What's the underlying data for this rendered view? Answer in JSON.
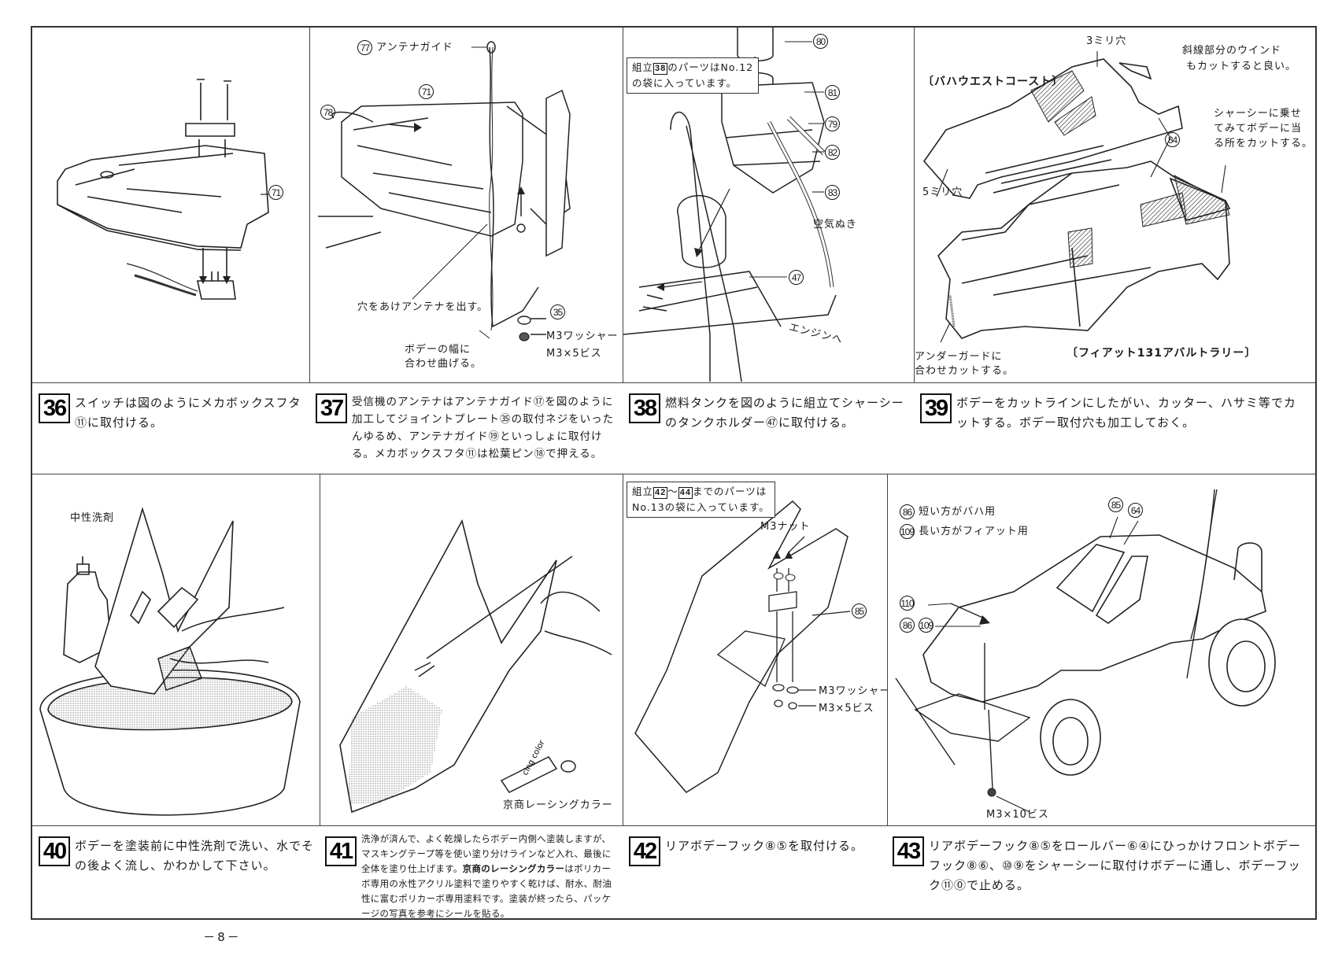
{
  "page_number": "－8－",
  "steps": [
    {
      "number": "36",
      "text": "スイッチは図のようにメカボックスフタ⑪に取付ける。"
    },
    {
      "number": "37",
      "text": "受信機のアンテナはアンテナガイド⑰を図のように加工してジョイントプレート㉟の取付ネジをいったんゆるめ、アンテナガイド⑲といっしょに取付ける。メカボックスフタ⑪は松葉ピン⑱で押える。"
    },
    {
      "number": "38",
      "text": "燃料タンクを図のように組立てシャーシーのタンクホルダー㊼に取付ける。"
    },
    {
      "number": "39",
      "text": "ボデーをカットラインにしたがい、カッター、ハサミ等でカットする。ボデー取付穴も加工しておく。"
    },
    {
      "number": "40",
      "text": "ボデーを塗装前に中性洗剤で洗い、水でその後よく流し、かわかして下さい。"
    },
    {
      "number": "41",
      "text_before": "洗浄が済んで、よく乾燥したらボデー内側へ塗装しますが、マスキングテープ等を使い塗り分けラインなど入れ、最後に全体を塗り仕上げます。",
      "text_bold": "京商のレーシングカラー",
      "text_after": "はポリカーボ専用の水性アクリル塗料で塗りやすく乾けば、耐水、耐油性に富むポリカーボ専用塗料です。塗装が終ったら、パッケージの写真を参考にシールを貼る。"
    },
    {
      "number": "42",
      "text": "リアボデーフック⑧⑤を取付ける。"
    },
    {
      "number": "43",
      "text": "リアボデーフック⑧⑤をロールバー⑥④にひっかけフロントボデーフック⑧⑥、⑩⑨をシャーシーに取付けボデーに通し、ボデーフック⑪⓪で止める。"
    }
  ],
  "panel36": {
    "callouts": [
      "71"
    ]
  },
  "panel37": {
    "callouts": [
      "77",
      "71",
      "78",
      "35"
    ],
    "antenna_guide_label": "アンテナガイド",
    "hole_label": "穴をあけアンテナを出す。",
    "bend_label_1": "ボデーの幅に",
    "bend_label_2": "合わせ曲げる。",
    "washer_label": "M3ワッシャー",
    "screw_label": "M3×5ビス"
  },
  "panel38": {
    "note_prefix": "組立",
    "note_step": "38",
    "note_line1_suffix": "のパーツはNo.12",
    "note_line2": "の袋に入っています。",
    "callouts": [
      "80",
      "81",
      "79",
      "82",
      "83",
      "47"
    ],
    "air_vent_label": "空気ぬき",
    "to_engine_label": "エンジンへ"
  },
  "panel39": {
    "baja_title": "〔バハウエストコースト〕",
    "hole3_label": "3ミリ穴",
    "hole5_label": "5ミリ穴",
    "window_note_1": "斜線部分のウインド",
    "window_note_2": "もカットすると良い。",
    "chassis_note_1": "シャーシーに乗せ",
    "chassis_note_2": "てみてボデーに当",
    "chassis_note_3": "る所をカットする。",
    "callout": "84",
    "underguard_1": "アンダーガードに",
    "underguard_2": "合わせカットする。",
    "fiat_title": "〔フィアット131アバルトラリー〕"
  },
  "panel40": {
    "detergent_label": "中性洗剤"
  },
  "panel41": {
    "paint_label": "京商レーシングカラー",
    "tube_text": "cing color"
  },
  "panel42": {
    "note_prefix": "組立",
    "note_step_from": "42",
    "note_sep": "～",
    "note_step_to": "44",
    "note_line1_suffix": "までのパーツは",
    "note_line2": "No.13の袋に入っています。",
    "nut_label": "M3ナット",
    "callout": "85",
    "washer_label": "M3ワッシャー",
    "screw_label": "M3×5ビス"
  },
  "panel43": {
    "short_callout": "86",
    "short_label": "短い方がバハ用",
    "long_callout": "109",
    "long_label": "長い方がフィアット用",
    "callouts": [
      "85",
      "64",
      "110",
      "86",
      "109"
    ],
    "screw_label": "M3×10ビス"
  }
}
